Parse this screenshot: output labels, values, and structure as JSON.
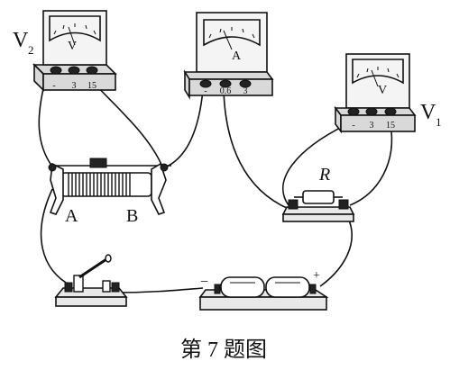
{
  "labels": {
    "v2": "V",
    "v2_sub": "2",
    "v2_dial": "V",
    "ammeter_dial": "A",
    "ammeter_name": "A",
    "v1": "V",
    "v1_sub": "1",
    "v1_dial": "V",
    "resistor": "R",
    "rheostat_a": "A",
    "rheostat_b": "B",
    "battery_minus": "−",
    "battery_plus": "+",
    "caption": "第 7 题图"
  },
  "terminals": {
    "v2": [
      "-",
      "3",
      "15"
    ],
    "ammeter": [
      "-",
      "0.6",
      "3"
    ],
    "v1": [
      "-",
      "3",
      "15"
    ]
  }
}
